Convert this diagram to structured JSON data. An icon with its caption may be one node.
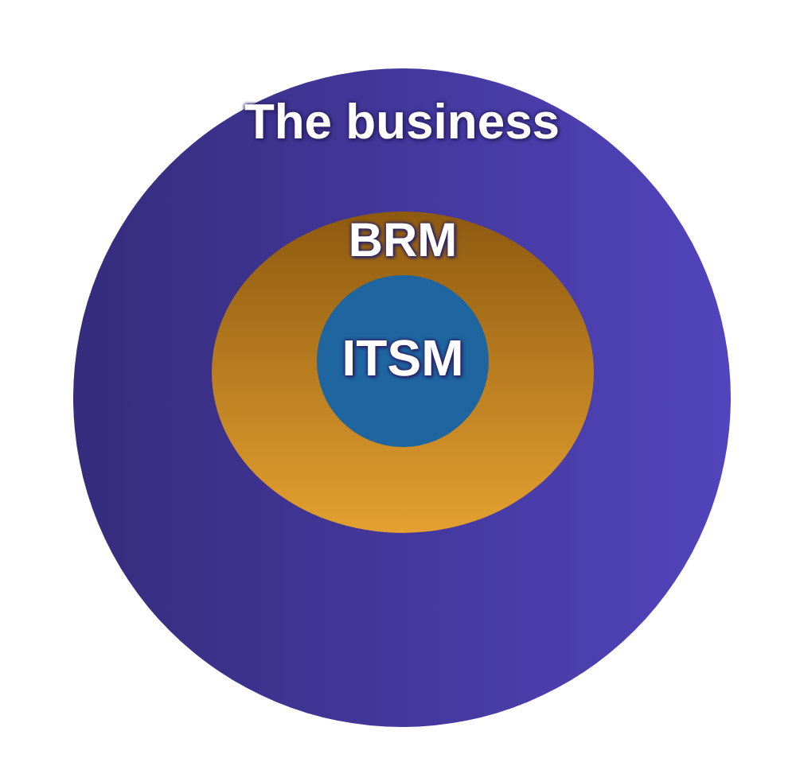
{
  "diagram": {
    "nodes": [
      {
        "text": [
          "The business"
        ]
      },
      {
        "text": [
          "BRM"
        ],
        "in": 0
      },
      {
        "text": [
          "ITSM"
        ],
        "in": 1
      }
    ]
  }
}
